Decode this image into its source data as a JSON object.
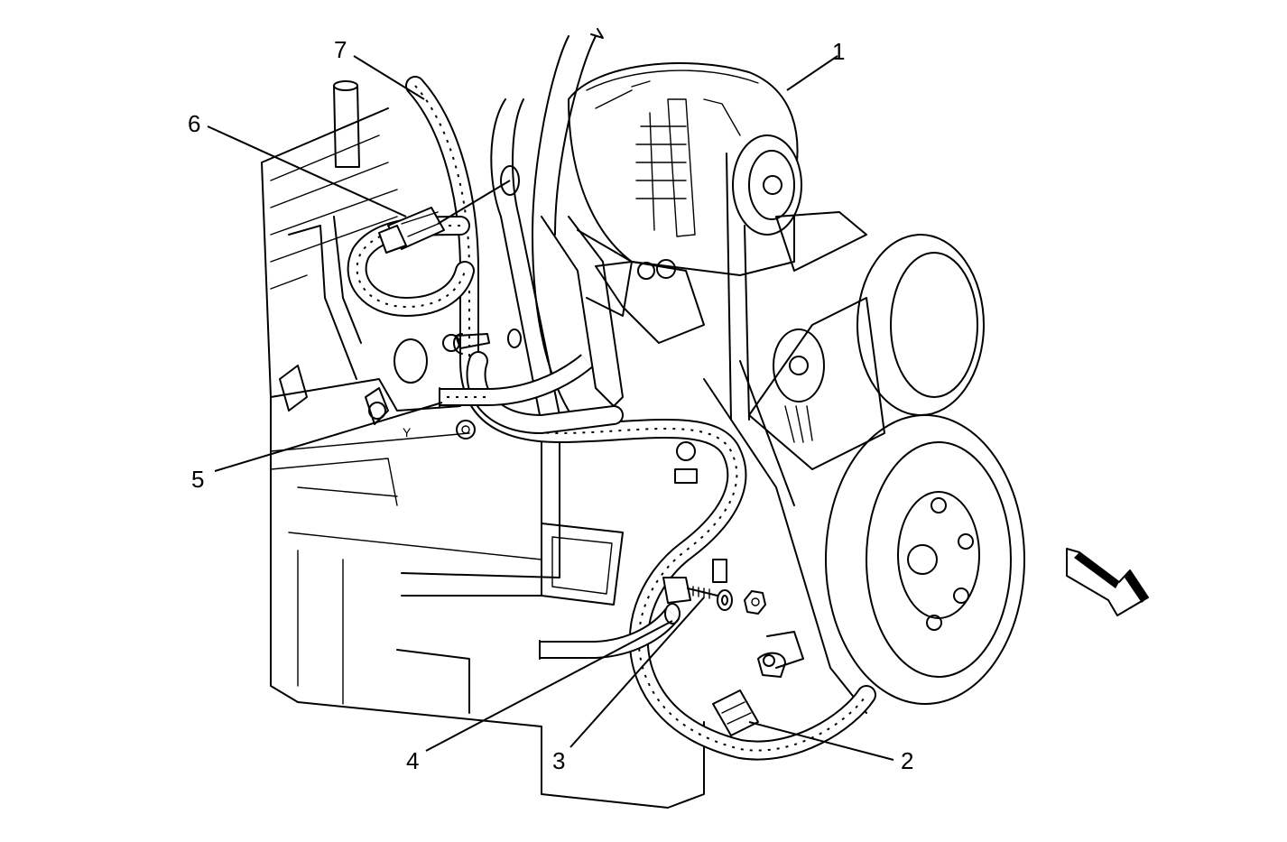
{
  "diagram": {
    "callouts": [
      {
        "id": "1",
        "text": "1",
        "part": "generator"
      },
      {
        "id": "2",
        "text": "2",
        "part": "generator-wiring-connector"
      },
      {
        "id": "3",
        "text": "3",
        "part": "battery-positive-terminal-stud"
      },
      {
        "id": "4",
        "text": "4",
        "part": "positive-cable"
      },
      {
        "id": "5",
        "text": "5",
        "part": "wiring-harness-ground"
      },
      {
        "id": "6",
        "text": "6",
        "part": "harness-electrical-connector"
      },
      {
        "id": "7",
        "text": "7",
        "part": "engine-wiring-harness"
      }
    ],
    "view_marker": {
      "letter": "Y"
    },
    "front_arrow": {
      "icon": "direction-arrow-icon"
    },
    "colors": {
      "line": "#000000",
      "background": "#ffffff"
    }
  }
}
